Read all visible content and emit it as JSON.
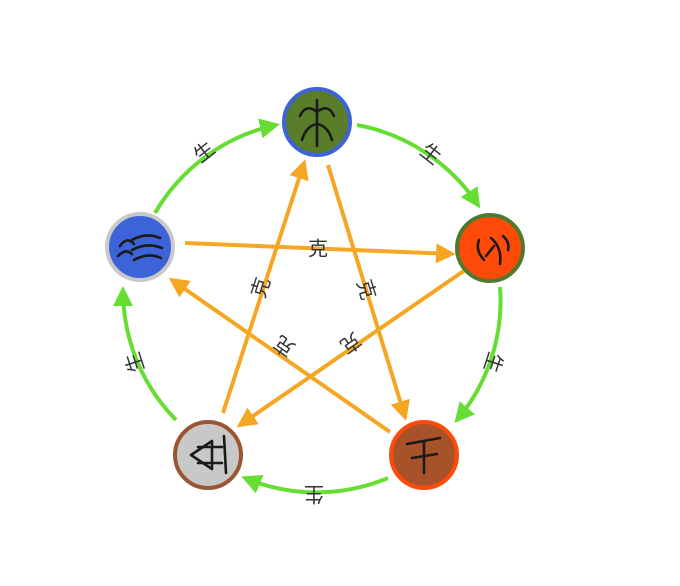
{
  "colors": {
    "generating_arrow": "#66dd33",
    "controlling_arrow": "#f5a623",
    "wood_fill": "#5a7d2a",
    "wood_ring": "#3d63d8",
    "fire_fill": "#ff4a0a",
    "fire_ring": "#4f7a2e",
    "earth_fill": "#a8522a",
    "earth_ring": "#ff4a0a",
    "metal_fill": "#c8c8c8",
    "metal_ring": "#9a5533",
    "water_fill": "#3d63d8",
    "water_ring": "#c9c9c9"
  },
  "nodes": [
    {
      "id": "wood",
      "icon": "wood-seal-glyph"
    },
    {
      "id": "fire",
      "icon": "fire-seal-glyph"
    },
    {
      "id": "earth",
      "icon": "earth-seal-glyph"
    },
    {
      "id": "metal",
      "icon": "metal-seal-glyph"
    },
    {
      "id": "water",
      "icon": "water-seal-glyph"
    }
  ],
  "labels": {
    "sheng": "生",
    "ke": "克"
  }
}
